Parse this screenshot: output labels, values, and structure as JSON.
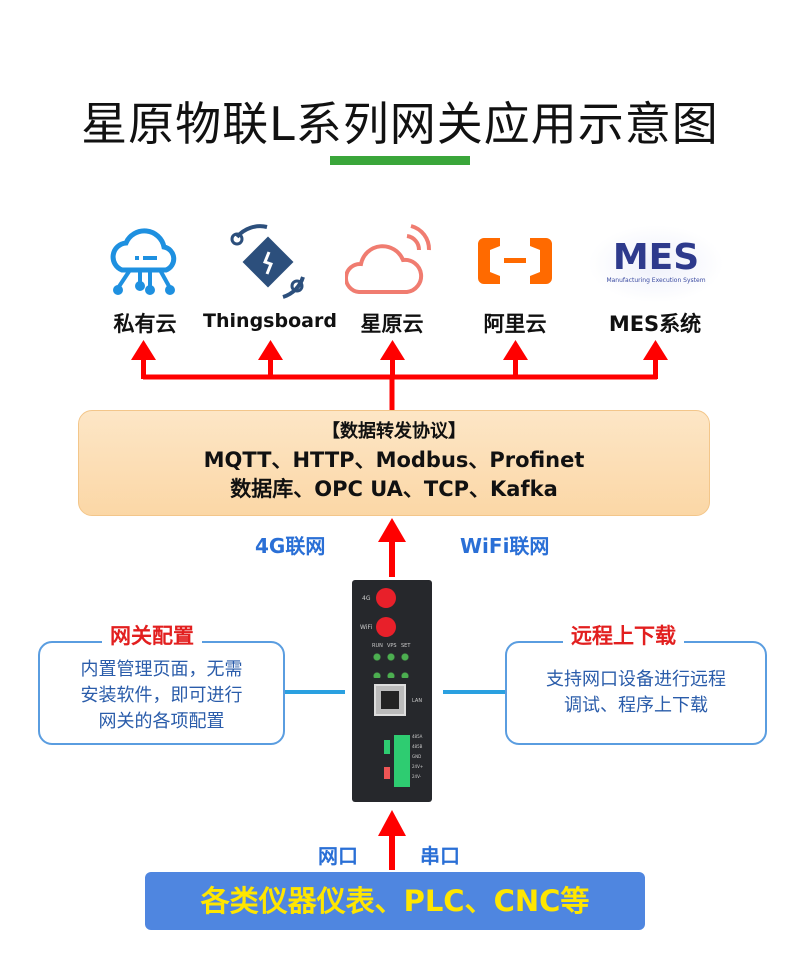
{
  "title": "星原物联L系列网关应用示意图",
  "platforms": [
    {
      "label": "私有云",
      "icon": "private-cloud-icon"
    },
    {
      "label": "Thingsboard",
      "icon": "thingsboard-icon"
    },
    {
      "label": "星原云",
      "icon": "xingyuan-cloud-icon"
    },
    {
      "label": "阿里云",
      "icon": "aliyun-icon"
    },
    {
      "label": "MES系统",
      "icon": "mes-icon"
    }
  ],
  "mes_logo": {
    "text": "MES",
    "subtitle": "Manufacturing Execution System"
  },
  "protocol": {
    "heading": "【数据转发协议】",
    "line1": "MQTT、HTTP、Modbus、Profinet",
    "line2": "数据库、OPC UA、TCP、Kafka"
  },
  "network": {
    "left": "4G联网",
    "right": "WiFi联网"
  },
  "device": {
    "ant1": "4G",
    "ant2": "WiFi",
    "leds": [
      "RUN",
      "VPS",
      "SET"
    ],
    "port": "LAN",
    "terminals": [
      "485A",
      "485B",
      "GND",
      "24V+",
      "24V-"
    ]
  },
  "left_panel": {
    "title": "网关配置",
    "lines": [
      "内置管理页面，无需",
      "安装软件，即可进行",
      "网关的各项配置"
    ]
  },
  "right_panel": {
    "title": "远程上下载",
    "lines": [
      "支持网口设备进行远程",
      "调试、程序上下载"
    ]
  },
  "inputs": {
    "left": "网口",
    "right": "串口"
  },
  "bottom": "各类仪器仪表、PLC、CNC等",
  "colors": {
    "accent_green": "#3aa63a",
    "arrow_red": "#ff0000",
    "blue": "#2a6fd6",
    "bottom_bg": "#4f86e0",
    "bottom_text": "#ffe600"
  }
}
